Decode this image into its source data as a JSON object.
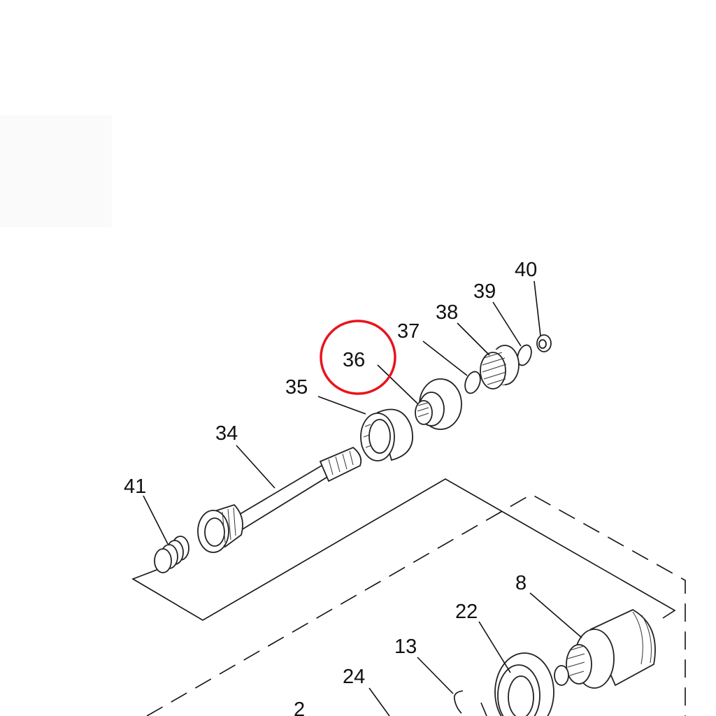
{
  "diagram": {
    "type": "exploded parts diagram",
    "highlight_color": "#e8141b",
    "highlighted_part": "36",
    "labels": {
      "p40": "40",
      "p39": "39",
      "p38": "38",
      "p37": "37",
      "p36": "36",
      "p35": "35",
      "p34": "34",
      "p41": "41",
      "p8": "8",
      "p22": "22",
      "p13": "13",
      "p24": "24",
      "p2": "2"
    }
  }
}
